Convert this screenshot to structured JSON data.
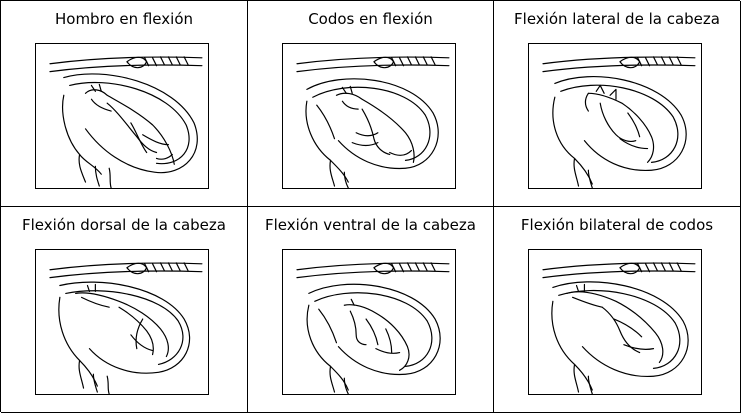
{
  "panels": [
    {
      "id": "hombro",
      "caption": "Hombro en flexión",
      "posture": "shoulder-flexion"
    },
    {
      "id": "codos",
      "caption": "Codos en flexión",
      "posture": "elbow-flexion"
    },
    {
      "id": "lateral",
      "caption": "Flexión lateral de la cabeza",
      "posture": "lateral-head-flexion"
    },
    {
      "id": "dorsal",
      "caption": "Flexión dorsal de la cabeza",
      "posture": "dorsal-head-flexion"
    },
    {
      "id": "ventral",
      "caption": "Flexión ventral de la cabeza",
      "posture": "ventral-head-flexion"
    },
    {
      "id": "bilateral",
      "caption": "Flexión bilateral de codos",
      "posture": "bilateral-elbow-flexion"
    }
  ]
}
